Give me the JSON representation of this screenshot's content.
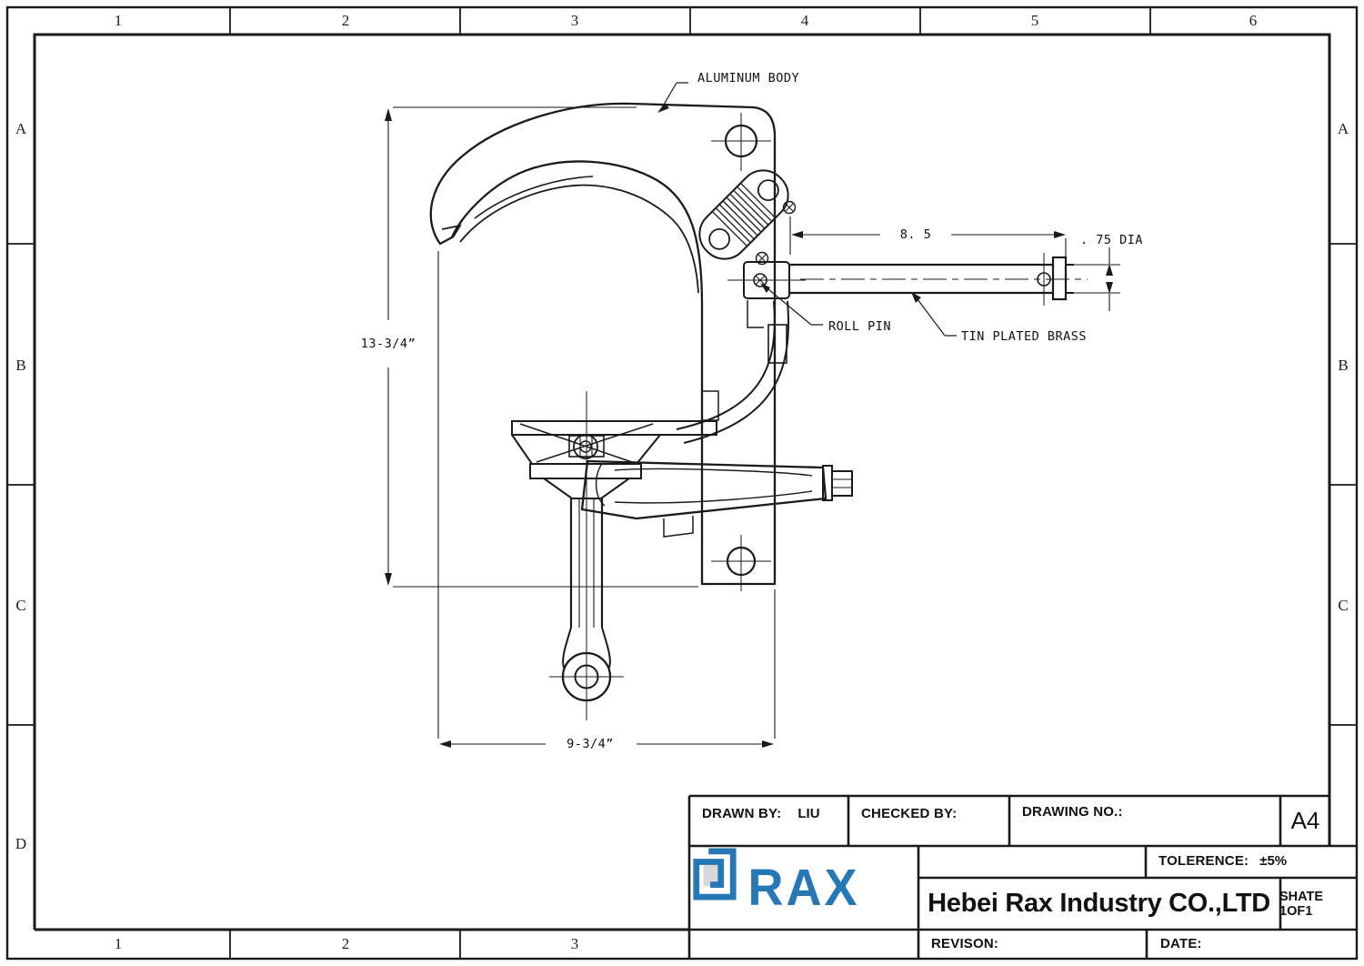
{
  "colors": {
    "line": "#1a1a1a",
    "logo_blue": "#2577b6"
  },
  "zones": {
    "top": [
      "1",
      "2",
      "3",
      "4",
      "5",
      "6"
    ],
    "bottom": [
      "1",
      "2",
      "3"
    ],
    "left": [
      "A",
      "B",
      "C",
      "D"
    ],
    "right": [
      "A",
      "B",
      "C"
    ]
  },
  "drawing": {
    "callouts": {
      "aluminum_body": "ALUMINUM BODY",
      "roll_pin": "ROLL PIN",
      "tin_plated_brass": "TIN PLATED BRASS"
    },
    "dimensions": {
      "overall_height": "13-3/4”",
      "overall_width": "9-3/4”",
      "shaft_length": "8. 5",
      "shaft_diameter": ". 75 DIA"
    }
  },
  "title_block": {
    "drawn_by_label": "DRAWN BY:",
    "drawn_by_value": "LIU",
    "checked_by_label": "CHECKED BY:",
    "drawing_no_label": "DRAWING NO.:",
    "paper_size": "A4",
    "tolerance_label": "TOLERENCE:",
    "tolerance_value": "±5%",
    "company_name": "Hebei Rax Industry CO.,LTD",
    "sheet_label": "SHATE 1OF1",
    "revision_label": "REVISON:",
    "date_label": "DATE:",
    "logo_text": "RAX"
  }
}
